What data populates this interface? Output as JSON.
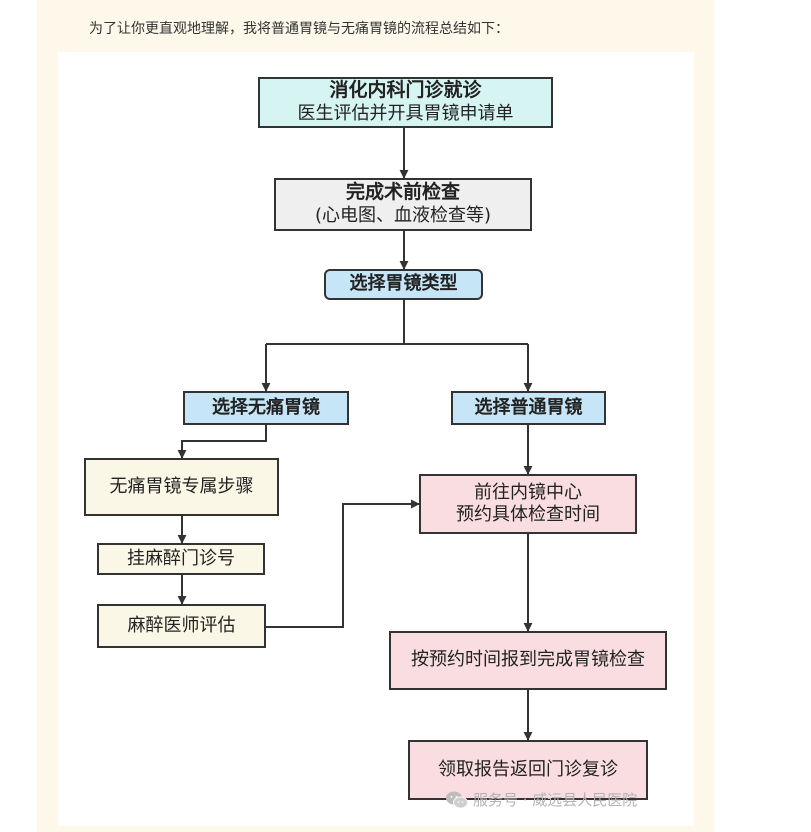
{
  "intro_text": "为了让你更直观地理解，我将普通胃镜与无痛胃镜的流程总结如下：",
  "colors": {
    "panel_bg": "#fdf8ea",
    "start_fill": "#d6f4f1",
    "gray_fill": "#efefef",
    "blue_fill": "#c6e6f7",
    "cream_fill": "#fbf7e6",
    "pink_fill": "#f9dde0",
    "stroke": "#333333"
  },
  "flowchart": {
    "start": {
      "title": "消化内科门诊就诊",
      "subtitle": "医生评估并开具胃镜申请单"
    },
    "pre_check": {
      "title": "完成术前检查",
      "subtitle": "(心电图、血液检查等)"
    },
    "choose_type": {
      "label": "选择胃镜类型"
    },
    "painless": {
      "label": "选择无痛胃镜"
    },
    "regular": {
      "label": "选择普通胃镜"
    },
    "painless_steps": {
      "label": "无痛胃镜专属步骤"
    },
    "anesthesia_register": {
      "label": "挂麻醉门诊号"
    },
    "anesthesia_eval": {
      "label": "麻醉医师评估"
    },
    "endoscopy_center": {
      "line1": "前往内镜中心",
      "line2": "预约具体检查时间"
    },
    "exam": {
      "label": "按预约时间报到完成胃镜检查"
    },
    "report": {
      "label": "领取报告返回门诊复诊"
    }
  },
  "watermark": {
    "icon": "wechat-icon",
    "text": "服务号 · 威远县人民医院"
  }
}
